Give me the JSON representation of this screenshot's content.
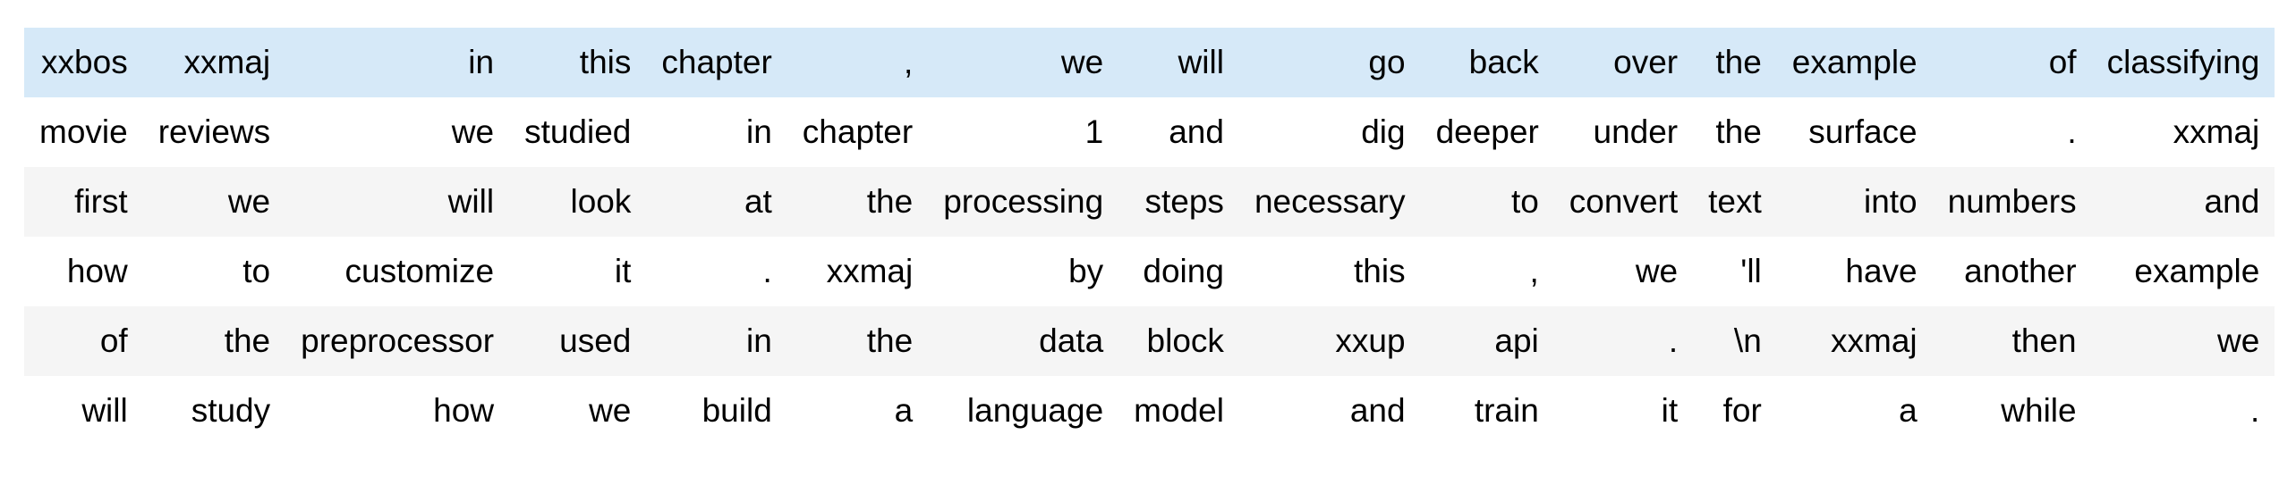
{
  "table": {
    "colors": {
      "highlight_row_bg": "#d6e9f8",
      "stripe_row_bg": "#f5f5f5",
      "default_row_bg": "#ffffff",
      "text": "#000000"
    },
    "rows": [
      {
        "highlighted": true,
        "tokens": [
          "xxbos",
          "xxmaj",
          "in",
          "this",
          "chapter",
          ",",
          "we",
          "will",
          "go",
          "back",
          "over",
          "the",
          "example",
          "of",
          "classifying"
        ]
      },
      {
        "highlighted": false,
        "tokens": [
          "movie",
          "reviews",
          "we",
          "studied",
          "in",
          "chapter",
          "1",
          "and",
          "dig",
          "deeper",
          "under",
          "the",
          "surface",
          ".",
          "xxmaj"
        ]
      },
      {
        "highlighted": false,
        "tokens": [
          "first",
          "we",
          "will",
          "look",
          "at",
          "the",
          "processing",
          "steps",
          "necessary",
          "to",
          "convert",
          "text",
          "into",
          "numbers",
          "and"
        ]
      },
      {
        "highlighted": false,
        "tokens": [
          "how",
          "to",
          "customize",
          "it",
          ".",
          "xxmaj",
          "by",
          "doing",
          "this",
          ",",
          "we",
          "'ll",
          "have",
          "another",
          "example"
        ]
      },
      {
        "highlighted": false,
        "tokens": [
          "of",
          "the",
          "preprocessor",
          "used",
          "in",
          "the",
          "data",
          "block",
          "xxup",
          "api",
          ".",
          "\\n",
          "xxmaj",
          "then",
          "we"
        ]
      },
      {
        "highlighted": false,
        "tokens": [
          "will",
          "study",
          "how",
          "we",
          "build",
          "a",
          "language",
          "model",
          "and",
          "train",
          "it",
          "for",
          "a",
          "while",
          "."
        ]
      }
    ]
  }
}
